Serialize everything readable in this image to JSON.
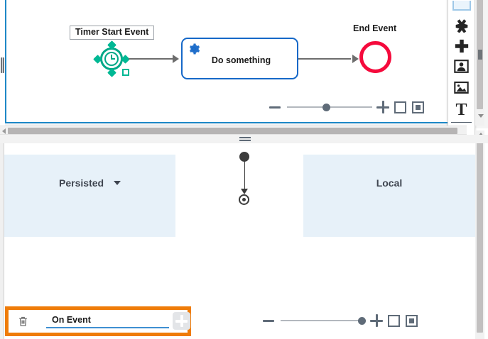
{
  "top_editor": {
    "name": "bpmn-process-diagram",
    "nodes": [
      {
        "id": "timer-start",
        "label": "Timer Start Event",
        "type": "timer-start-event",
        "color": "#00a887",
        "selected": true
      },
      {
        "id": "service-task",
        "label": "Do something",
        "type": "service-task",
        "color": "#1668c8"
      },
      {
        "id": "end-event",
        "label": "End Event",
        "type": "end-event",
        "color": "#f50a3c"
      }
    ],
    "zoom_toolbar": {
      "minus_label": "−",
      "plus_label": "+",
      "fit_label": "Fit to screen",
      "actual_label": "Actual size",
      "slider_position_pct": 50
    }
  },
  "palette": {
    "items": [
      {
        "name": "shape-tool",
        "glyph": ""
      },
      {
        "name": "delete-cross-icon",
        "glyph": "✖"
      },
      {
        "name": "add-plus-icon",
        "glyph": "✚"
      },
      {
        "name": "actor-image-icon",
        "glyph": "👤"
      },
      {
        "name": "picture-icon",
        "glyph": "🖼"
      },
      {
        "name": "text-icon",
        "glyph": "T"
      }
    ],
    "collapse_label": "«"
  },
  "bottom_editor": {
    "name": "uml-activity-diagram",
    "lanes": [
      {
        "id": "persisted",
        "title": "Persisted",
        "has_dropdown": true,
        "fill": "#e7f1f9"
      },
      {
        "id": "local",
        "title": "Local",
        "has_dropdown": false,
        "fill": "#e7f1f9"
      }
    ],
    "nodes": [
      {
        "id": "initial-node",
        "type": "initial-node"
      },
      {
        "id": "final-node",
        "type": "final-node"
      }
    ],
    "zoom_toolbar": {
      "minus_label": "−",
      "plus_label": "+",
      "fit_label": "Fit to screen",
      "actual_label": "Actual size",
      "slider_position_pct": 100
    }
  },
  "event_bar": {
    "highlighted": true,
    "highlight_color": "#ef7c09",
    "delete_label": "Delete",
    "input_value": "On Event",
    "input_placeholder": "On Event",
    "add_label": "+"
  }
}
